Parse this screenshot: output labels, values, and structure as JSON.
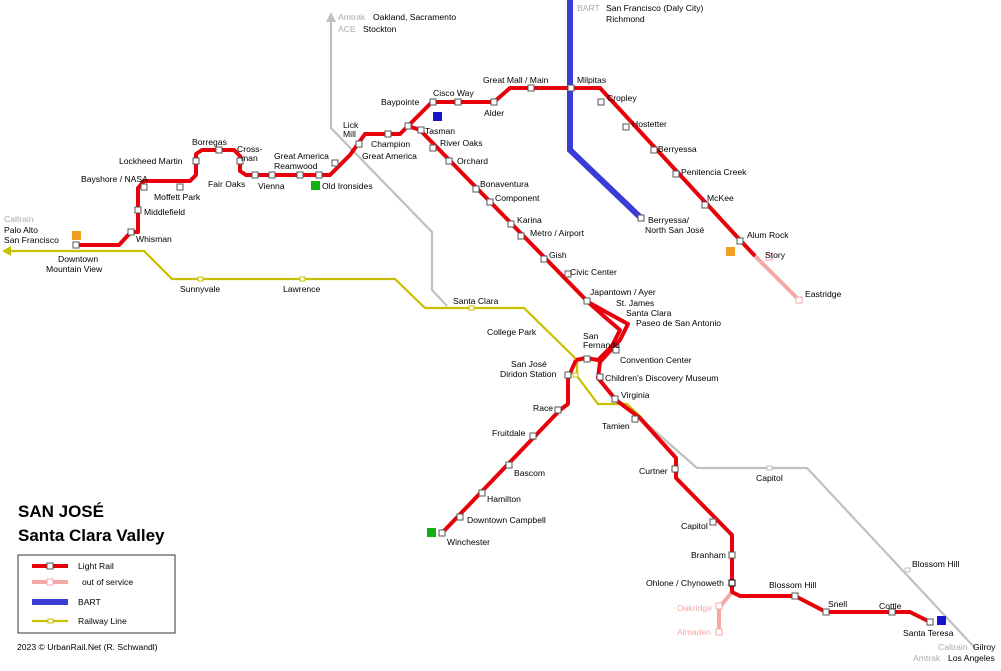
{
  "title": {
    "line1": "SAN JOSÉ",
    "line2": "Santa Clara Valley"
  },
  "legend": {
    "light_rail": "Light Rail",
    "out_of_service": "out of service",
    "bart": "BART",
    "railway_line": "Railway Line"
  },
  "credit": "2023 © UrbanRail.Net (R. Schwandl)",
  "colors": {
    "light_rail": "#e8000a",
    "out_of_service": "#f4a8a8",
    "bart": "#3b3bd6",
    "railway_line": "#c8c000",
    "other_rail": "#c0c0c0",
    "park_green": "#10b010",
    "transit_orange": "#f0a020",
    "bart_station_blue": "#1414c8"
  },
  "external_links": {
    "amtrak_north": {
      "operator": "Amtrak",
      "dest": "Oakland, Sacramento"
    },
    "ace_north": {
      "operator": "ACE",
      "dest": "Stockton"
    },
    "bart_north": {
      "operator": "BART",
      "dest1": "San Francisco (Daly City)",
      "dest2": "Richmond"
    },
    "caltrain_north": {
      "operator": "Caltrain",
      "dest1": "Palo Alto",
      "dest2": "San Francisco"
    },
    "caltrain_south": {
      "operator": "Caltrain",
      "dest": "Gilroy"
    },
    "amtrak_south": {
      "operator": "Amtrak",
      "dest": "Los Angeles"
    }
  },
  "stations": {
    "downtown_mv": [
      "Downtown",
      "Mountain View"
    ],
    "whisman": "Whisman",
    "middlefield": "Middlefield",
    "bayshore_nasa": "Bayshore / NASA",
    "moffett_park": "Moffett Park",
    "lockheed_martin": "Lockheed Martin",
    "borregas": "Borregas",
    "crossman": [
      "Cross-",
      "man"
    ],
    "fair_oaks": "Fair Oaks",
    "vienna": "Vienna",
    "reamwood": "Reamwood",
    "old_ironsides": "Old Ironsides",
    "great_america_1": "Great America",
    "great_america_2": "Great America",
    "lick_mill": [
      "Lick",
      "Mill"
    ],
    "champion": "Champion",
    "baypointe": "Baypointe",
    "tasman": "Tasman",
    "cisco_way": "Cisco Way",
    "alder": "Alder",
    "great_mall_main": "Great Mall / Main",
    "milpitas": "Milpitas",
    "cropley": "Cropley",
    "hostetter": "Hostetter",
    "berryessa": "Berryessa",
    "penitencia_creek": "Penitencia Creek",
    "mckee": "McKee",
    "alum_rock": "Alum Rock",
    "story": "Story",
    "eastridge": "Eastridge",
    "berryessa_nsj": [
      "Berryessa/",
      "North San José"
    ],
    "river_oaks": "River Oaks",
    "orchard": "Orchard",
    "bonaventura": "Bonaventura",
    "component": "Component",
    "karina": "Karina",
    "metro_airport": "Metro / Airport",
    "gish": "Gish",
    "civic_center": "Civic Center",
    "japantown_ayer": "Japantown / Ayer",
    "st_james": "St. James",
    "santa_clara_lr": "Santa Clara",
    "paseo": "Paseo de San Antonio",
    "san_fernando": [
      "San",
      "Fernando"
    ],
    "convention_center": "Convention Center",
    "childrens_museum": "Children's Discovery Museum",
    "virginia": "Virginia",
    "sj_diridon": [
      "San José",
      "Diridon Station"
    ],
    "race": "Race",
    "fruitdale": "Fruitdale",
    "bascom": "Bascom",
    "hamilton": "Hamilton",
    "downtown_campbell": "Downtown Campbell",
    "winchester": "Winchester",
    "tamien": "Tamien",
    "curtner": "Curtner",
    "capitol_lr": "Capitol",
    "branham": "Branham",
    "ohlone_chynoweth": "Ohlone / Chynoweth",
    "blossom_hill_lr": "Blossom Hill",
    "snell": "Snell",
    "cottle": "Cottle",
    "santa_teresa": "Santa Teresa",
    "oakridge": "Oakridge",
    "almaden": "Almaden",
    "sunnyvale": "Sunnyvale",
    "lawrence": "Lawrence",
    "santa_clara_rail": "Santa Clara",
    "college_park": "College Park",
    "capitol_rail": "Capitol",
    "blossom_hill_rail": "Blossom Hill"
  }
}
